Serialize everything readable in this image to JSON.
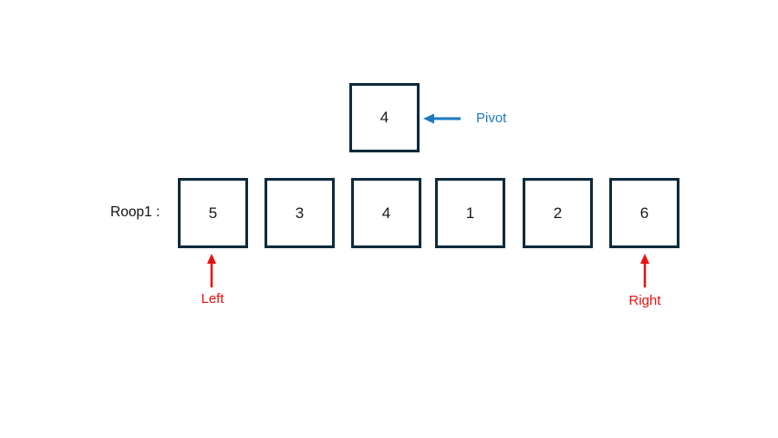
{
  "diagram": {
    "pivot": {
      "value": "4",
      "label": "Pivot"
    },
    "row": {
      "label": "Roop1 :",
      "cells": [
        "5",
        "3",
        "4",
        "1",
        "2",
        "6"
      ]
    },
    "pointers": {
      "left_label": "Left",
      "right_label": "Right"
    }
  },
  "colors": {
    "box_border": "#0f2b3d",
    "pivot_accent": "#1b79c2",
    "pointer_accent": "#e8120e",
    "text": "#1a1a1a",
    "background": "#ffffff"
  }
}
